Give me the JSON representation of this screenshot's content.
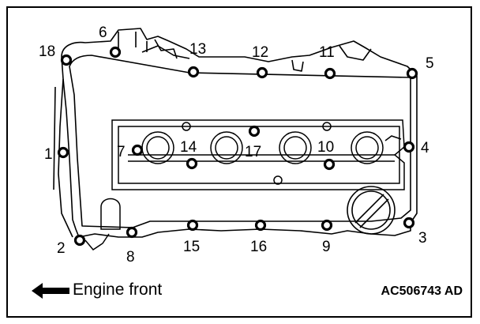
{
  "colors": {
    "line": "#000000",
    "bolt_ring": "#000000",
    "bolt_fill": "#ffffff",
    "background": "#ffffff"
  },
  "icons": {
    "direction": "left-arrow-icon"
  },
  "bolts": [
    {
      "id": "bolt-1",
      "label": "1"
    },
    {
      "id": "bolt-2",
      "label": "2"
    },
    {
      "id": "bolt-3",
      "label": "3"
    },
    {
      "id": "bolt-4",
      "label": "4"
    },
    {
      "id": "bolt-5",
      "label": "5"
    },
    {
      "id": "bolt-6",
      "label": "6"
    },
    {
      "id": "bolt-7",
      "label": "7"
    },
    {
      "id": "bolt-8",
      "label": "8"
    },
    {
      "id": "bolt-9",
      "label": "9"
    },
    {
      "id": "bolt-10",
      "label": "10"
    },
    {
      "id": "bolt-11",
      "label": "11"
    },
    {
      "id": "bolt-12",
      "label": "12"
    },
    {
      "id": "bolt-13",
      "label": "13"
    },
    {
      "id": "bolt-14",
      "label": "14"
    },
    {
      "id": "bolt-15",
      "label": "15"
    },
    {
      "id": "bolt-16",
      "label": "16"
    },
    {
      "id": "bolt-17",
      "label": "17"
    },
    {
      "id": "bolt-18",
      "label": "18"
    }
  ],
  "caption": {
    "front": "Engine front",
    "figure_code": "AC506743 AD"
  }
}
